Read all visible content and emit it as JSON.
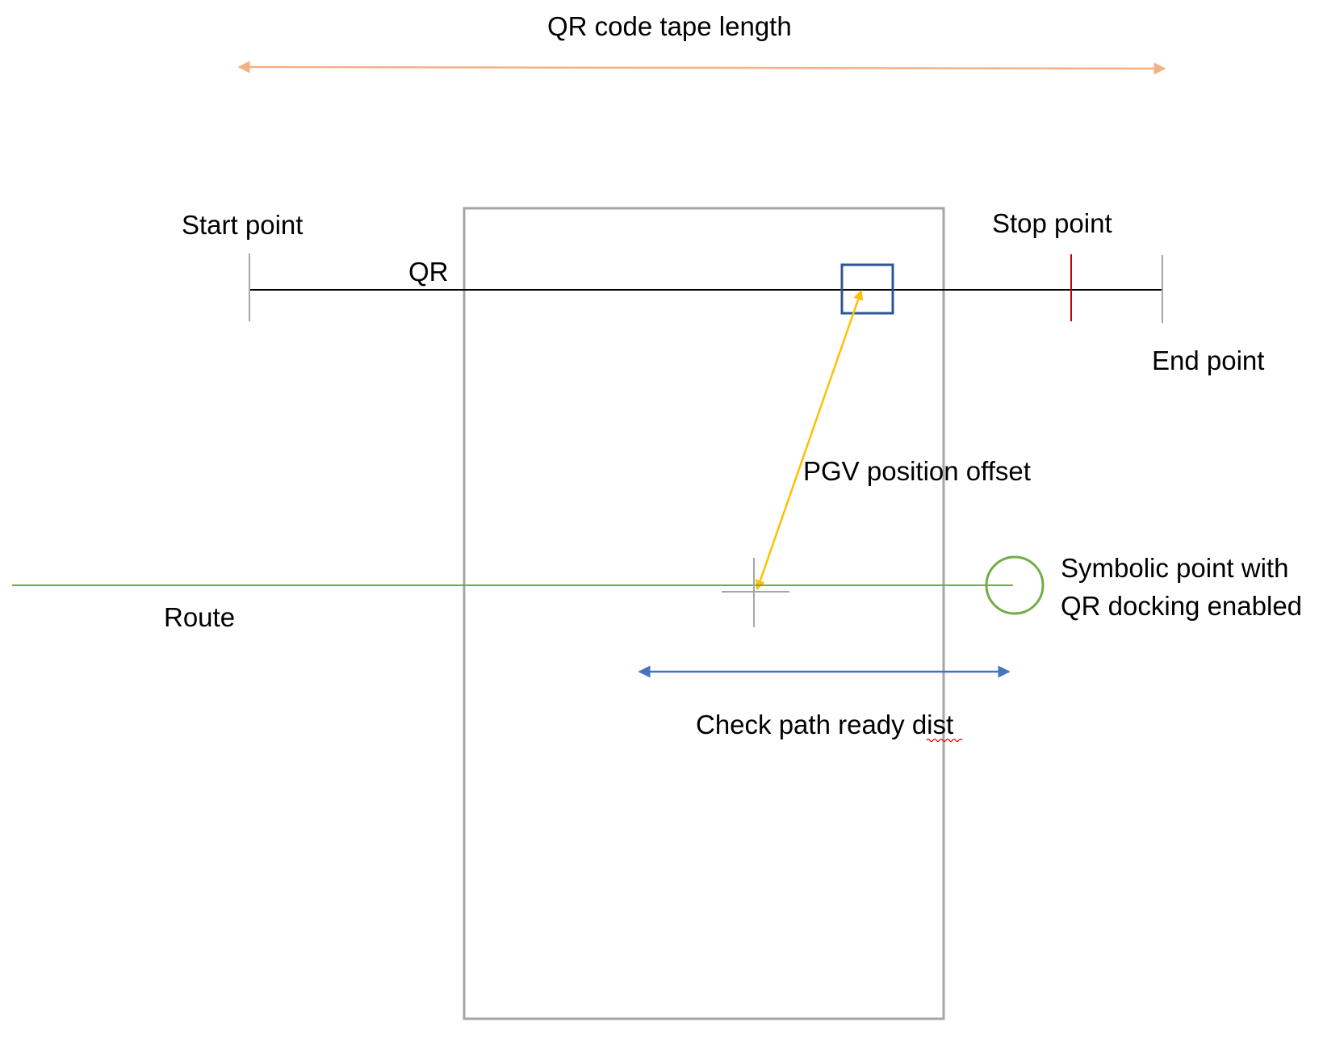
{
  "labels": {
    "tape_length": "QR code tape length",
    "start_point": "Start point",
    "qr": "QR",
    "stop_point": "Stop point",
    "end_point": "End point",
    "pgv_offset": "PGV position offset",
    "symbolic_point_line1": "Symbolic point with",
    "symbolic_point_line2": "QR docking enabled",
    "route": "Route",
    "check_path": "Check path ready dist"
  },
  "colors": {
    "tape_arrow": "#f4b183",
    "qr_tape": "#000000",
    "tape_ticks": "#a6a6a6",
    "stop_tick": "#c00000",
    "vehicle_outline": "#a6a6a6",
    "pgv_reader": "#2f5597",
    "offset_arrow": "#ffc000",
    "route": "#70ad47",
    "symbolic_point": "#70ad47",
    "crosshair": "#a6a6a6",
    "check_path_arrow": "#4472c4",
    "spellcheck_underline": "#e00000"
  }
}
